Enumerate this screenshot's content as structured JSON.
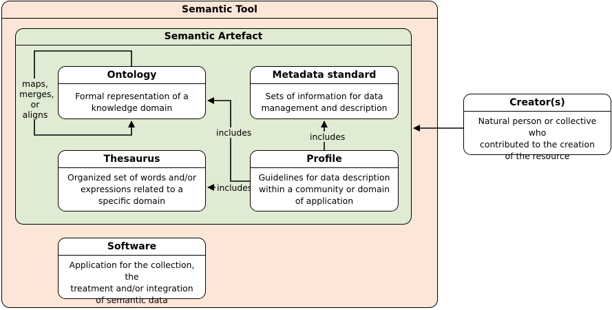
{
  "semantic_tool": {
    "title": "Semantic Tool"
  },
  "semantic_artefact": {
    "title": "Semantic Artefact"
  },
  "ontology": {
    "title": "Ontology",
    "body": "Formal representation of a\nknowledge domain"
  },
  "metadata_standard": {
    "title": "Metadata standard",
    "body": "Sets of information for data\nmanagement and description"
  },
  "thesaurus": {
    "title": "Thesaurus",
    "body": "Organized set of words and/or\nexpressions related to a\nspecific domain"
  },
  "profile": {
    "title": "Profile",
    "body": "Guidelines for data description\nwithin a community or domain\nof application"
  },
  "software": {
    "title": "Software",
    "body": "Application for the collection, the\ntreatment and/or integration\nof semantic data"
  },
  "creator": {
    "title": "Creator(s)",
    "body": "Natural person or collective who\ncontributed to the creation\nof the resource"
  },
  "edges": {
    "maps_merges_aligns": "maps,\nmerges,\nor aligns",
    "profile_to_ontology": "includes",
    "profile_to_metadata": "includes",
    "profile_to_thesaurus": "includes"
  }
}
